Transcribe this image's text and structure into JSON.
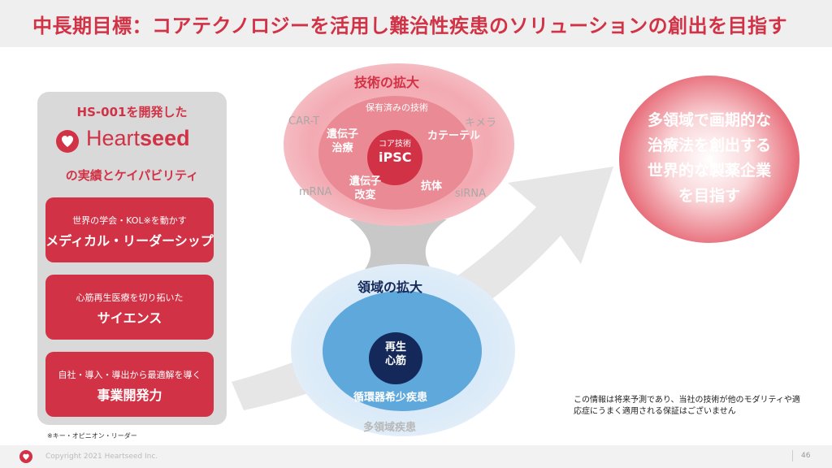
{
  "title": "中長期目標：コアテクノロジーを活用し難治性疾患のソリューションの創出を目指す",
  "left_panel": {
    "heading_top": "HS-001を開発した",
    "logo_text_light": "Heart",
    "logo_text_bold": "seed",
    "heading_bottom": "の実績とケイパビリティ",
    "cards": [
      {
        "sub": "世界の学会・KOL※を動かす",
        "main": "メディカル・リーダーシップ"
      },
      {
        "sub": "心筋再生医療を切り拓いた",
        "main": "サイエンス"
      },
      {
        "sub": "自社・導入・導出から最適解を導く",
        "main": "事業開発力"
      }
    ],
    "note": "※キー・オピニオン・リーダー"
  },
  "tech": {
    "heading": "技術の拡大",
    "owned_label": "保有済みの技術",
    "core_label": "コア技術",
    "core_name": "iPSC",
    "inner_items": [
      "遺伝子\n治療",
      "カテーテル",
      "遺伝子\n改変",
      "抗体"
    ],
    "outer_items": [
      "CAR-T",
      "キメラ",
      "mRNA",
      "siRNA"
    ]
  },
  "region": {
    "heading": "領域の拡大",
    "core_label": "再生\n心筋",
    "mid_label": "循環器希少疾患",
    "outer_label": "多領域疾患"
  },
  "goal": {
    "lines": [
      "多領域で画期的な",
      "治療法を創出する",
      "世界的な製薬企業",
      "を目指す"
    ]
  },
  "disclaimer": "この情報は将来予測であり、当社の技術が他のモダリティや適応症にうまく適用される保証はございません",
  "footer": {
    "copyright": "Copyright 2021 Heartseed Inc.",
    "page_number": "46"
  },
  "colors": {
    "accent": "#d23246",
    "navy": "#14285a",
    "blue": "#5fa8dc"
  }
}
